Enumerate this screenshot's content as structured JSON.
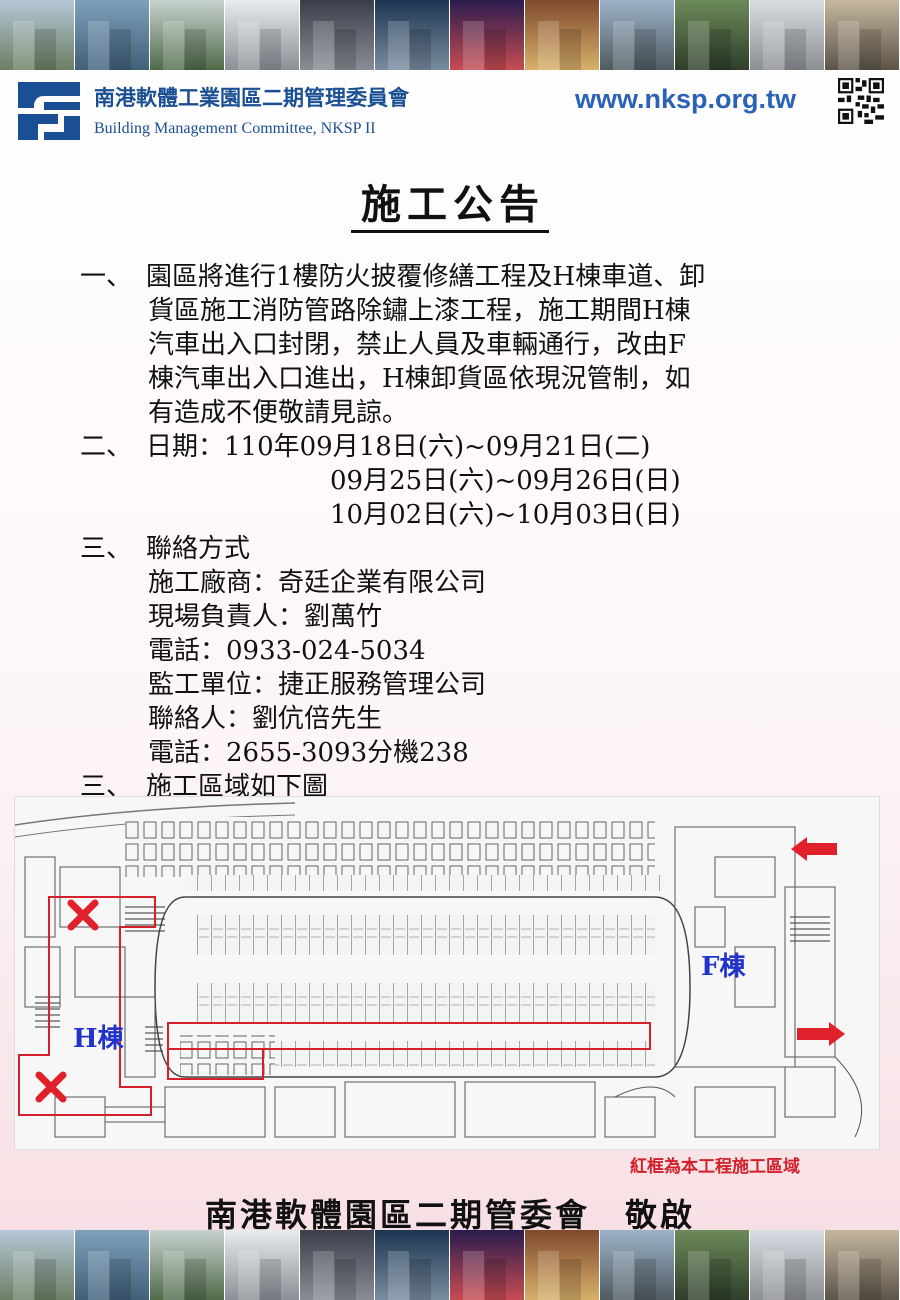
{
  "header": {
    "org_zh": "南港軟體工業園區二期管理委員會",
    "org_en": "Building Management Committee, NKSP II",
    "website": "www.nksp.org.tw",
    "brand_color": "#1b4f93"
  },
  "title": "施工公告",
  "notice": {
    "item1": {
      "num": "一、",
      "lines": [
        "園區將進行1樓防火披覆修繕工程及H棟車道、卸",
        "貨區施工消防管路除鏽上漆工程，施工期間H棟",
        "汽車出入口封閉，禁止人員及車輛通行，改由F",
        "棟汽車出入口進出，H棟卸貨區依現況管制，如",
        "有造成不便敬請見諒。"
      ]
    },
    "item2": {
      "num": "二、",
      "label": "日期：",
      "dates": [
        "110年09月18日(六)~09月21日(二)",
        "09月25日(六)~09月26日(日)",
        "10月02日(六)~10月03日(日)"
      ]
    },
    "item3": {
      "num": "三、",
      "label": "聯絡方式",
      "lines": [
        "施工廠商：奇廷企業有限公司",
        "現場負責人：劉萬竹",
        "電話：0933-024-5034",
        "監工單位：捷正服務管理公司",
        "聯絡人：劉伉倍先生",
        "電話：2655-3093分機238"
      ]
    },
    "item4": {
      "num": "三、",
      "label": "施工區域如下圖"
    }
  },
  "map": {
    "label_h": "H棟",
    "label_f": "F棟",
    "highlight_color": "#d3202a",
    "label_color": "#2233cc"
  },
  "caption": "紅框為本工程施工區域",
  "signature": "南港軟體園區二期管委會　敬啟"
}
